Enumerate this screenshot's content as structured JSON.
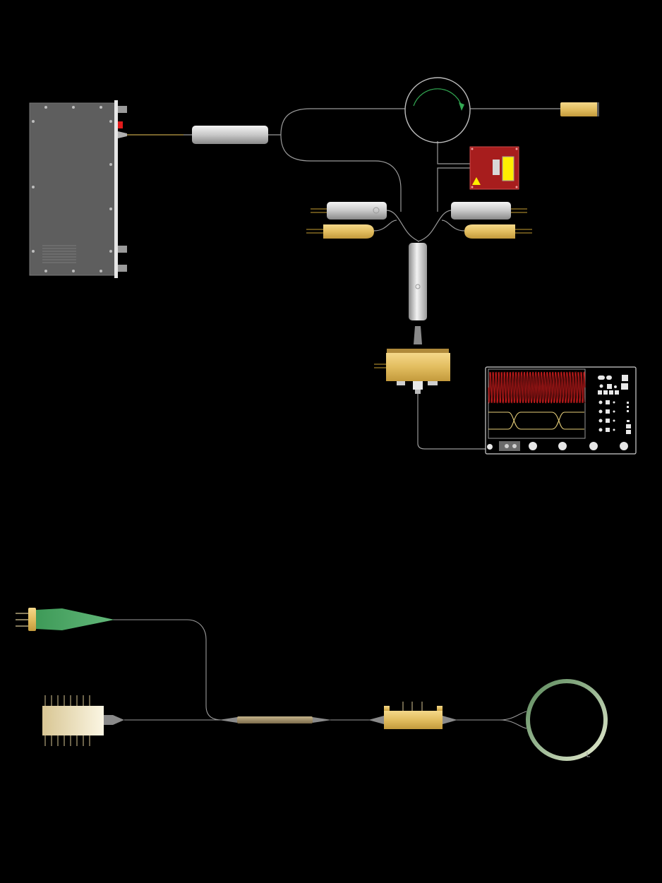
{
  "diagram": {
    "background": "#000000",
    "fiber_color": "#9a9a9a",
    "accent_colors": {
      "gold": "#e2bd5f",
      "silver": "#d4d4d4",
      "rack_gray": "#5e5e5e",
      "red_module": "#a71d1d",
      "yellow_panel": "#ffee00",
      "green_launcher": "#4aaa64",
      "scope_trace_red": "#d61f1f",
      "scope_trace_yellow": "#e8d07a",
      "coil_green": "#7aa07a"
    },
    "components": [
      {
        "name": "rack-unit",
        "icon": "rack-chassis-icon"
      },
      {
        "name": "upper-silver-module",
        "icon": "fiber-component-icon"
      },
      {
        "name": "optical-circulator",
        "icon": "circulator-icon"
      },
      {
        "name": "gold-termination-top-right",
        "icon": "fiber-terminator-icon"
      },
      {
        "name": "red-laser-module",
        "icon": "laser-hazard-icon"
      },
      {
        "name": "left-silver-module",
        "icon": "fiber-component-icon"
      },
      {
        "name": "right-silver-module",
        "icon": "fiber-component-icon"
      },
      {
        "name": "left-gold-module",
        "icon": "fiber-component-icon"
      },
      {
        "name": "right-gold-module",
        "icon": "fiber-component-icon"
      },
      {
        "name": "vertical-silver-coupler",
        "icon": "fiber-coupler-icon"
      },
      {
        "name": "photodetector",
        "icon": "photodetector-icon"
      },
      {
        "name": "oscilloscope",
        "icon": "oscilloscope-icon"
      },
      {
        "name": "green-pigtail-launcher",
        "icon": "fiber-launcher-icon"
      },
      {
        "name": "butterfly-laser",
        "icon": "butterfly-laser-icon"
      },
      {
        "name": "fiber-combiner",
        "icon": "fiber-combiner-icon"
      },
      {
        "name": "gold-inline-module",
        "icon": "inline-module-icon"
      },
      {
        "name": "fiber-coil",
        "icon": "fiber-coil-icon"
      }
    ]
  }
}
